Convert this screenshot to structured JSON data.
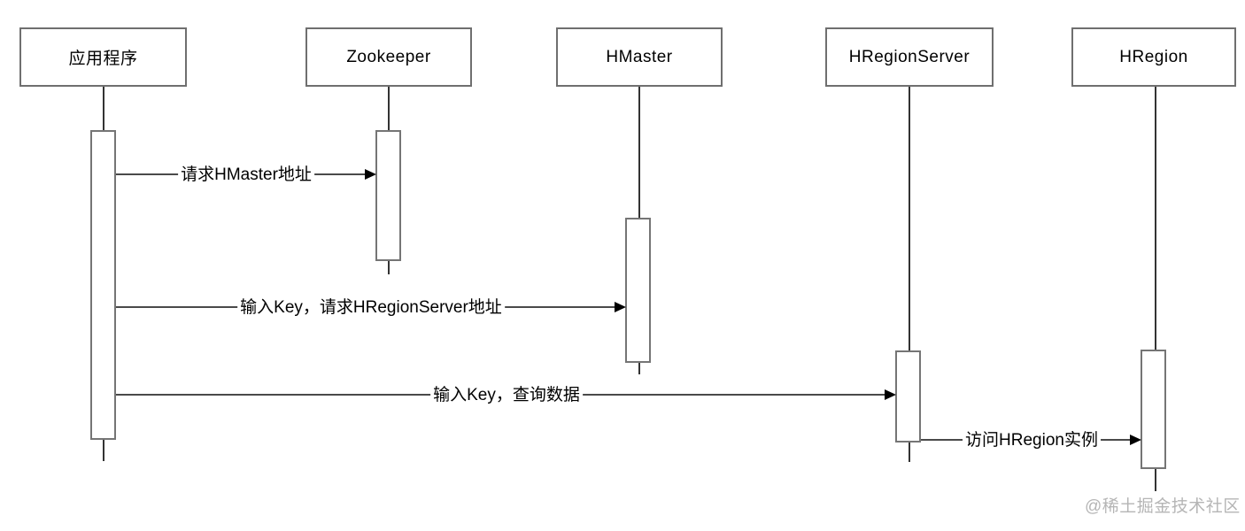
{
  "diagram": {
    "type": "sequence-diagram",
    "participants": [
      {
        "name": "应用程序"
      },
      {
        "name": "Zookeeper"
      },
      {
        "name": "HMaster"
      },
      {
        "name": "HRegionServer"
      },
      {
        "name": "HRegion"
      }
    ],
    "messages": [
      {
        "label": "请求HMaster地址",
        "from": "应用程序",
        "to": "Zookeeper"
      },
      {
        "label": "输入Key，请求HRegionServer地址",
        "from": "应用程序",
        "to": "HMaster"
      },
      {
        "label": "输入Key，查询数据",
        "from": "应用程序",
        "to": "HRegionServer"
      },
      {
        "label": "访问HRegion实例",
        "from": "HRegionServer",
        "to": "HRegion"
      }
    ],
    "watermark": "@稀土掘金技术社区",
    "colors": {
      "background": "#ffffff",
      "box_border": "#6f6f6f",
      "activation_border": "#757575",
      "lifeline": "#333333",
      "message_line": "#4a4a4a",
      "arrowhead": "#000000",
      "text": "#000000",
      "watermark": "#b5b5b5"
    }
  }
}
